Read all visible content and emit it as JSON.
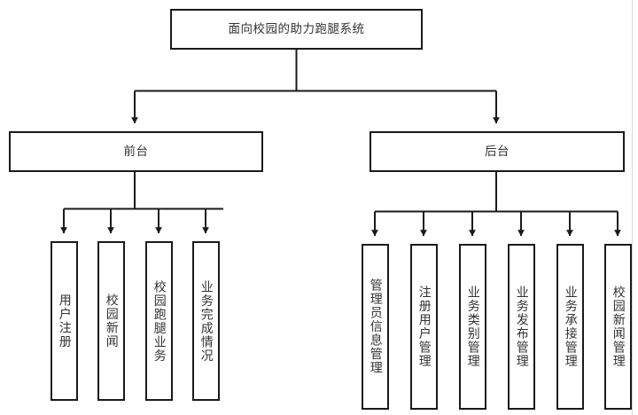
{
  "diagram": {
    "type": "tree",
    "orientation": "top-down",
    "colors": {
      "background": "#ffffff",
      "node_fill": "#ffffff",
      "node_border": "#1a1a1a",
      "edge": "#1a1a1a",
      "text": "#333333"
    },
    "root": {
      "label": "面向校园的助力跑腿系统"
    },
    "branches": [
      {
        "label": "前台",
        "children": [
          {
            "label": "用户注册"
          },
          {
            "label": "校园新闻"
          },
          {
            "label": "校园跑腿业务"
          },
          {
            "label": "业务完成情况"
          }
        ]
      },
      {
        "label": "后台",
        "children": [
          {
            "label": "管理员信息管理"
          },
          {
            "label": "注册用户管理"
          },
          {
            "label": "业务类别管理"
          },
          {
            "label": "业务发布管理"
          },
          {
            "label": "业务承接管理"
          },
          {
            "label": "校园新闻管理"
          }
        ]
      }
    ]
  }
}
